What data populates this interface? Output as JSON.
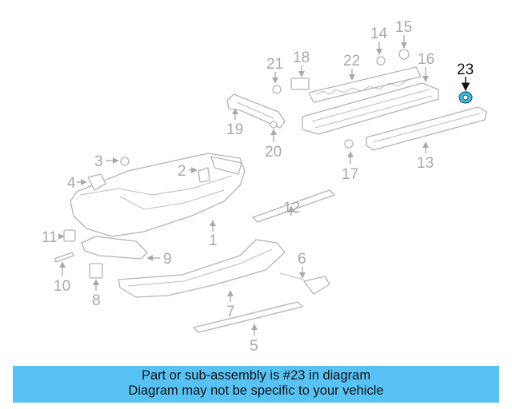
{
  "diagram": {
    "callouts": [
      {
        "id": "23",
        "label": "23",
        "highlight": true
      },
      {
        "id": "1",
        "label": "1"
      },
      {
        "id": "2",
        "label": "2"
      },
      {
        "id": "3",
        "label": "3"
      },
      {
        "id": "4",
        "label": "4"
      },
      {
        "id": "5",
        "label": "5"
      },
      {
        "id": "6",
        "label": "6"
      },
      {
        "id": "7",
        "label": "7"
      },
      {
        "id": "8",
        "label": "8"
      },
      {
        "id": "9",
        "label": "9"
      },
      {
        "id": "10",
        "label": "10"
      },
      {
        "id": "11",
        "label": "11"
      },
      {
        "id": "12",
        "label": "12"
      },
      {
        "id": "13",
        "label": "13"
      },
      {
        "id": "14",
        "label": "14"
      },
      {
        "id": "15",
        "label": "15"
      },
      {
        "id": "16",
        "label": "16"
      },
      {
        "id": "17",
        "label": "17"
      },
      {
        "id": "18",
        "label": "18"
      },
      {
        "id": "19",
        "label": "19"
      },
      {
        "id": "20",
        "label": "20"
      },
      {
        "id": "21",
        "label": "21"
      },
      {
        "id": "22",
        "label": "22"
      }
    ],
    "highlight_color": "#3fbcd9"
  },
  "banner": {
    "line1": "Part or sub-assembly is #23 in diagram",
    "line2": "Diagram may not be specific to your vehicle",
    "color": "#59c2f5"
  }
}
